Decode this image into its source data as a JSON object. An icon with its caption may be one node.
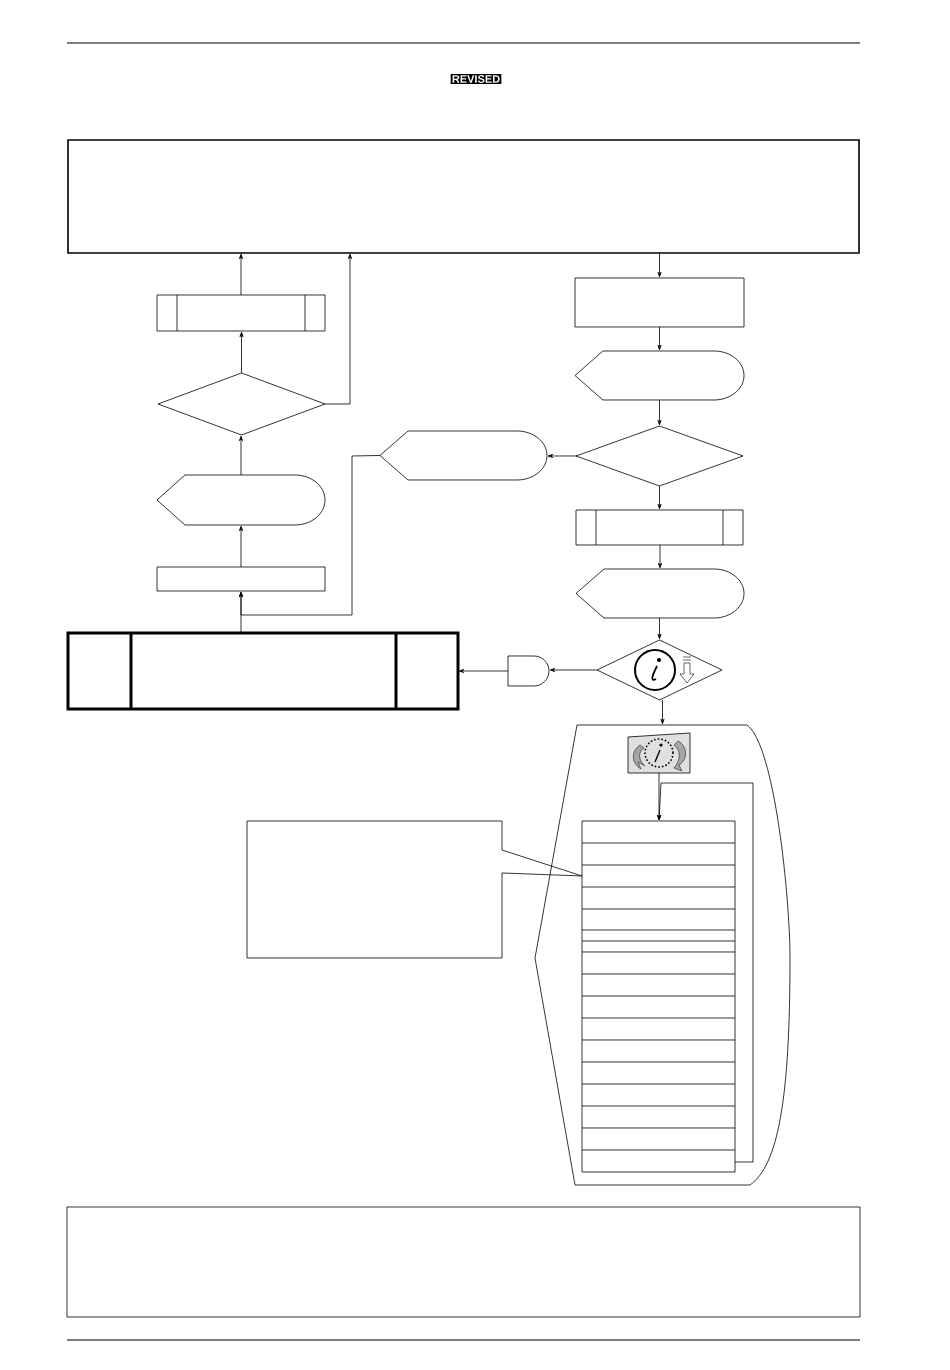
{
  "diagram": {
    "nodes": [
      {
        "text": [],
        "shape": "box"
      },
      {
        "text": [],
        "shape": "box"
      },
      {
        "text": [],
        "shape": "display"
      },
      {
        "text": [],
        "shape": "diamond"
      },
      {
        "text": [],
        "shape": "display"
      },
      {
        "text": [],
        "shape": "subroutine"
      },
      {
        "text": [],
        "shape": "display"
      },
      {
        "text": [],
        "shape": "diamond"
      },
      {
        "text": [],
        "shape": "gate"
      },
      {
        "text": [],
        "shape": "box"
      },
      {
        "text": [],
        "shape": "box"
      },
      {
        "text": [],
        "shape": "display"
      },
      {
        "text": [],
        "shape": "diamond"
      },
      {
        "text": [],
        "shape": "subroutine"
      },
      {
        "text": [],
        "shape": "band"
      },
      {
        "text": [],
        "shape": "picture",
        "in": 14
      },
      {
        "text": [],
        "shape": "callout"
      },
      {
        "text": [],
        "shape": "table",
        "in": 14
      },
      {
        "text": [],
        "shape": "box"
      }
    ],
    "edges": [
      {
        "from": 0,
        "to": 1,
        "arrow": "to"
      },
      {
        "from": 1,
        "to": 2,
        "arrow": "to"
      },
      {
        "from": 2,
        "to": 3,
        "arrow": "to"
      },
      {
        "from": 3,
        "to": 4,
        "arrow": "to"
      },
      {
        "from": 3,
        "to": 5,
        "arrow": "to"
      },
      {
        "from": 5,
        "to": 6,
        "arrow": "to"
      },
      {
        "from": 6,
        "to": 7,
        "arrow": "to"
      },
      {
        "from": 7,
        "to": 8,
        "arrow": "to"
      },
      {
        "from": 8,
        "to": 9,
        "arrow": "to"
      },
      {
        "from": 7,
        "to": 14,
        "arrow": "to"
      },
      {
        "from": 9,
        "to": 10,
        "arrow": "to"
      },
      {
        "from": 4,
        "to": 10,
        "arrow": "to"
      },
      {
        "from": 10,
        "to": 11,
        "arrow": "to"
      },
      {
        "from": 11,
        "to": 12,
        "arrow": "to"
      },
      {
        "from": 12,
        "to": 13,
        "arrow": "to"
      },
      {
        "from": 13,
        "to": 0,
        "arrow": "to"
      },
      {
        "from": 12,
        "to": 0,
        "arrow": "to"
      },
      {
        "from": 15,
        "to": 17,
        "arrow": "to"
      },
      {
        "from": 17,
        "to": 17,
        "arrow": "to"
      }
    ],
    "labels": [
      "REVISED"
    ]
  }
}
